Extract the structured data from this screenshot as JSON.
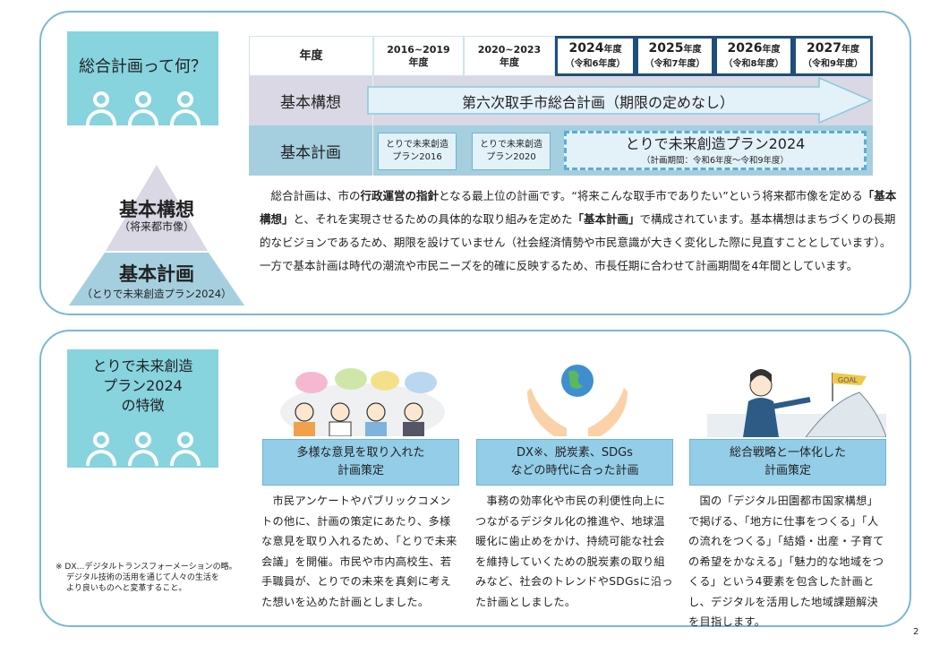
{
  "section1": {
    "card_title": "総合計画って何？",
    "pyramid": {
      "top_title": "基本構想",
      "top_sub": "（将来都市像）",
      "bottom_title": "基本計画",
      "bottom_sub": "（とりで未来創造プラン2024）"
    },
    "table": {
      "header_label": "年度",
      "periods": [
        {
          "years": "2016~2019",
          "unit": "年度"
        },
        {
          "years": "2020~2023",
          "unit": "年度"
        }
      ],
      "years": [
        {
          "year": "2024",
          "unit": "年度",
          "reiwa": "（令和6年度）"
        },
        {
          "year": "2025",
          "unit": "年度",
          "reiwa": "（令和7年度）"
        },
        {
          "year": "2026",
          "unit": "年度",
          "reiwa": "（令和8年度）"
        },
        {
          "year": "2027",
          "unit": "年度",
          "reiwa": "（令和9年度）"
        }
      ],
      "row1_label": "基本構想",
      "row1_arrow": "第六次取手市総合計画（期限の定めなし）",
      "row2_label": "基本計画",
      "plan2016": [
        "とりで未来創造",
        "プラン2016"
      ],
      "plan2020": [
        "とりで未来創造",
        "プラン2020"
      ],
      "plan2024_title": "とりで未来創造プラン2024",
      "plan2024_period": "（計画期間：令和6年度～令和9年度）"
    },
    "paragraph": {
      "p1": "　総合計画は、市の",
      "b1": "行政運営の指針",
      "p2": "となる最上位の計画です。“将来こんな取手市でありたい”という将来都市像を定める",
      "b2": "「基本構想」",
      "p3": "と、それを実現させるための具体的な取り組みを定めた",
      "b3": "「基本計画」",
      "p4": "で構成されています。基本構想はまちづくりの長期的なビジョンであるため、期限を設けていません（社会経済情勢や市民意識が大きく変化した際に見直すこととしています）。一方で基本計画は時代の潮流や市民ニーズを的確に反映するため、市長任期に合わせて計画期間を4年間としています。"
    }
  },
  "section2": {
    "card_title": [
      "とりで未来創造",
      "プラン2024",
      "の特徴"
    ],
    "footnote": [
      "※ DX…デジタルトランスフォーメーションの略。",
      "デジタル技術の活用を通じて人々の生活を",
      "より良いものへと変革すること。"
    ],
    "features": [
      {
        "title": [
          "多様な意見を取り入れた",
          "計画策定"
        ],
        "text": "　市民アンケートやパブリックコメントの他に、計画の策定にあたり、多様な意見を取り入れるため、「とりで未来会議」を開催。市民や市内高校生、若手職員が、とりでの未来を真剣に考えた想いを込めた計画としました。"
      },
      {
        "title": [
          "DX※、脱炭素、SDGs",
          "などの時代に合った計画"
        ],
        "text": "　事務の効率化や市民の利便性向上につながるデジタル化の推進や、地球温暖化に歯止めをかけ、持続可能な社会を維持していくための脱炭素の取り組みなど、社会のトレンドやSDGsに沿った計画としました。"
      },
      {
        "title": [
          "総合戦略と一体化した",
          "計画策定"
        ],
        "text": "　国の「デジタル田園都市国家構想」で掲げる、「地方に仕事をつくる」「人の流れをつくる」「結婚・出産・子育ての希望をかなえる」「魅力的な地域をつくる」という4要素を包含した計画とし、デジタルを活用した地域課題解決を目指します。"
      }
    ],
    "goal_sign": "GOAL"
  },
  "page_number": "2",
  "colors": {
    "border": "#7ab8d4",
    "card": "#87d3de",
    "navy": "#1f4e79",
    "row1": "#d9d8e4",
    "row2": "#a5cfdf",
    "feature_header": "#93cde8"
  }
}
